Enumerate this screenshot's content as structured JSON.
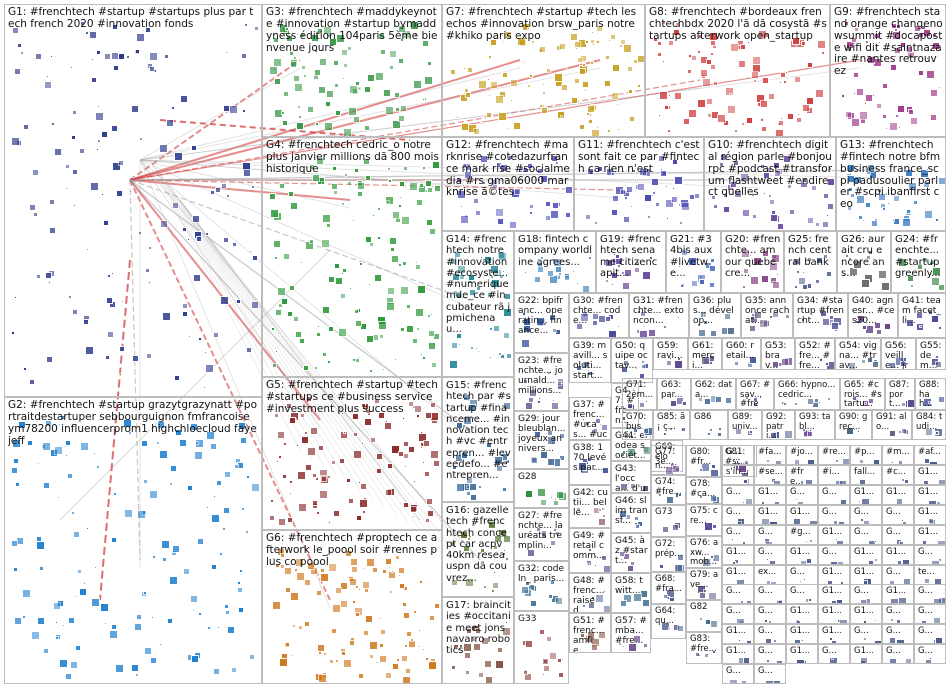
{
  "groups": [
    {
      "id": "G1",
      "label": "G1: #frenchtech #startup #startups plus par tech french 2020 #innovation fonds",
      "color": "#2b3a8c"
    },
    {
      "id": "G2",
      "label": "G2: #frenchtech #startup grazytgrazynatt #portraitdestartuper sebbourguignon fmfrancoise ym78200 influencerprom1 highchloecloud fayejeff",
      "color": "#1f7fcf"
    },
    {
      "id": "G3",
      "label": "G3: #frenchtech #maddykeynote #innovation #startup bymaddyness édition 104paris 5ème bienvenue jours",
      "color": "#3c9a4a"
    },
    {
      "id": "G4",
      "label": "G4: #frenchtech cedric_o notre plus janvier millions dã 800 mois historique",
      "color": "#2f9a3a"
    },
    {
      "id": "G5",
      "label": "G5: #frenchtech #startup #tech #startups ce #business service #investment plus success",
      "color": "#8b2a2a"
    },
    {
      "id": "G6",
      "label": "G6: #frenchtech #proptech ce afterwork le_poool soir #rennes plus co poool",
      "color": "#d07a20"
    },
    {
      "id": "G7",
      "label": "G7: #frenchtech #startup #tech lesechos #innovation brsw_paris notre #khiko paris expo",
      "color": "#c8a020"
    },
    {
      "id": "G8",
      "label": "G8: #frenchtech #bordeaux frenchtechbdx 2020 l'ã dã cosystã #startups afterwork open_startup",
      "color": "#d04040"
    },
    {
      "id": "G9",
      "label": "G9: #frenchtech stand orange changenowsummit #docaposte wifi dit #saintnazaire #nantes retrouvez",
      "color": "#a03c8c"
    },
    {
      "id": "G10",
      "label": "G10: #frenchtech digital région parle #bonjourpc #podcast #transforum flashtweet #endirect quelles",
      "color": "#6b4ca0"
    },
    {
      "id": "G11",
      "label": "G11: #frenchtech c'est sont fait ce par #fintech ça rien n'est",
      "color": "#4a4ab0"
    },
    {
      "id": "G12",
      "label": "G12: #frenchtech #marknrise #cotedazurfrance mark rise #socialmedia #rs gma06000 marknrise ã©tes",
      "color": "#5a5ac0"
    },
    {
      "id": "G13",
      "label": "G13: #frenchtech #fintech notre bfmbusiness france_scpi padusoulier parler #scpi ibanfirst ceo",
      "color": "#3a7ac0"
    },
    {
      "id": "G14",
      "label": "G14: #frenchtech notre #innovation #ecosyste... #numerique mde_ce #incubateur rã jpmichenau...",
      "color": "#2a8a9a"
    },
    {
      "id": "G15",
      "label": "G15: #frenchtech par #startup #financeme... #innovation tech #vc #entrepren... #leveedefo... #entrepren...",
      "color": "#3a6a9a"
    },
    {
      "id": "G16",
      "label": "G16: gazelletech #frenchtech concept car acpv 40km reseauspn dã couvrez...",
      "color": "#5a7a3a"
    },
    {
      "id": "G17",
      "label": "G17: braincities #occitanie meet jons navarro robotics",
      "color": "#7a4a3a"
    },
    {
      "id": "G18",
      "label": "G18: fintech company worldline agrees...",
      "color": "#4a8ac0"
    },
    {
      "id": "G19",
      "label": "G19: #frenchtech sename citizencapit...",
      "color": "#6a4aa0"
    },
    {
      "id": "G20",
      "label": "G20: #frenchte... amour quebecre...",
      "color": "#8a4a8a"
    },
    {
      "id": "G21",
      "label": "G21: #34bis aux #livetwe...",
      "color": "#4a6ac0"
    },
    {
      "id": "G22",
      "label": "G22: bpifranc... operatin... finance...",
      "color": "#3a5a9a"
    },
    {
      "id": "G23",
      "label": "G23: #frenchte... journald... millions...",
      "color": "#4a4a8a"
    },
    {
      "id": "G24",
      "label": "G24: #frenchte... #startup greenly...",
      "color": "#3a8a4a"
    },
    {
      "id": "G25",
      "label": "G25: french central bank",
      "color": "#4a5a8a"
    },
    {
      "id": "G26",
      "label": "G26: aurait cru encore ans...",
      "color": "#6a6a6a"
    },
    {
      "id": "G27",
      "label": "G27: #frenchte... lauréats tremplin...",
      "color": "#5a4a8a"
    },
    {
      "id": "G28",
      "label": "G28",
      "color": "#2a8a3a"
    },
    {
      "id": "G29",
      "label": "G29: jour bleublan... joyeux annivers...",
      "color": "#4a6a9a"
    },
    {
      "id": "G30",
      "label": "G30: #frenchte... code...",
      "color": "#4a4a9a"
    },
    {
      "id": "G31",
      "label": "G31: #frenchte... extoncon...",
      "color": "#6a4a9a"
    },
    {
      "id": "G32",
      "label": "G32: codeln_ paris...",
      "color": "#4a7a9a"
    },
    {
      "id": "G33",
      "label": "G33",
      "color": "#9a4a4a"
    },
    {
      "id": "G34",
      "label": "G34: #startup #frencht...",
      "color": "#5a5a9a"
    },
    {
      "id": "G35",
      "label": "G35: annonce rachat...",
      "color": "#6a5a8a"
    },
    {
      "id": "G36",
      "label": "G36: plus... dévelop...",
      "color": "#4a6a8a"
    },
    {
      "id": "G37",
      "label": "G37: #frenc... #ucas... #ucas...",
      "color": "#5a4a9a"
    },
    {
      "id": "G38",
      "label": "G38: 170 levés par...",
      "color": "#4a5a9a"
    },
    {
      "id": "G39",
      "label": "G39: mavill... soluti... start...",
      "color": "#4a6a9a"
    },
    {
      "id": "G40",
      "label": "G40: agnesr... #ces20...",
      "color": "#6a4a8a"
    },
    {
      "id": "G41",
      "label": "G41: team facet_li...",
      "color": "#4a4a9a"
    },
    {
      "id": "G42",
      "label": "G42: cutii... belle...",
      "color": "#8a4a6a"
    },
    {
      "id": "G43",
      "label": "G43: l'occa... d'un...",
      "color": "#5a5a8a"
    },
    {
      "id": "G44",
      "label": "G44: elodea sociét...",
      "color": "#4a8a6a"
    },
    {
      "id": "G45",
      "label": "G45: àz #start...",
      "color": "#6a4a8a"
    },
    {
      "id": "G46",
      "label": "G46: slim transf...",
      "color": "#4a6a9a"
    },
    {
      "id": "G47",
      "label": "G47: #fren... 2020...",
      "color": "#5a4a8a"
    },
    {
      "id": "G48",
      "label": "G48: #frenc... raised...",
      "color": "#4a5a8a"
    },
    {
      "id": "G49",
      "label": "G49: #retail comm...",
      "color": "#6a5a9a"
    },
    {
      "id": "G50",
      "label": "G50: quipe octav...",
      "color": "#4a5a9a"
    },
    {
      "id": "G51",
      "label": "G51: #frenc... amfre...",
      "color": "#8a5a4a"
    },
    {
      "id": "G52",
      "label": "G52: #fre... #fre...",
      "color": "#4a4a8a"
    },
    {
      "id": "G53",
      "label": "G53: brav...",
      "color": "#6a4a8a"
    },
    {
      "id": "G54",
      "label": "G54: vigna... #trav...",
      "color": "#4a6a8a"
    },
    {
      "id": "G55",
      "label": "G55: dem... tas...",
      "color": "#5a5a8a"
    },
    {
      "id": "G56",
      "label": "G56: veille... jr_leg...",
      "color": "#4a5a9a"
    },
    {
      "id": "G57",
      "label": "G57: #mba... #fre...",
      "color": "#6a4a8a"
    },
    {
      "id": "G58",
      "label": "G58: twitt...",
      "color": "#4a7a9a"
    },
    {
      "id": "G59",
      "label": "G59: ravi...",
      "color": "#5a4a8a"
    },
    {
      "id": "G60",
      "label": "G60: retail...",
      "color": "#4a5a9a"
    },
    {
      "id": "G61",
      "label": "G61: merci...",
      "color": "#6a5a8a"
    },
    {
      "id": "G62",
      "label": "G62: data...",
      "color": "#4a6a9a"
    },
    {
      "id": "G63",
      "label": "G63: par...",
      "color": "#5a4a8a"
    },
    {
      "id": "G64",
      "label": "G64: qu...",
      "color": "#4a5a8a"
    },
    {
      "id": "G65",
      "label": "G65: #crois... #startu...",
      "color": "#6a4a9a"
    },
    {
      "id": "G66",
      "label": "G66: hypno... cedric...",
      "color": "#4a6a8a"
    },
    {
      "id": "G67",
      "label": "G67: #sav... #fren...",
      "color": "#5a5a9a"
    },
    {
      "id": "G68",
      "label": "G68: #fra...",
      "color": "#4a5a8a"
    },
    {
      "id": "G69",
      "label": "G69: elon...",
      "color": "#6a4a8a"
    },
    {
      "id": "G70",
      "label": "G70: busi...",
      "color": "#4a6a9a"
    },
    {
      "id": "G71",
      "label": "G71: 2èm...",
      "color": "#5a4a8a"
    },
    {
      "id": "G72",
      "label": "G72: prép...",
      "color": "#4a5a9a"
    },
    {
      "id": "G73",
      "label": "G73",
      "color": "#6a5a8a"
    },
    {
      "id": "G74",
      "label": "G74: #fre...",
      "color": "#4a6a8a"
    },
    {
      "id": "G75",
      "label": "G75: cre...",
      "color": "#5a4a9a"
    },
    {
      "id": "G76",
      "label": "G76: axw... mob...",
      "color": "#4a5a8a"
    },
    {
      "id": "G77",
      "label": "G77: 3e...",
      "color": "#6a4a8a"
    },
    {
      "id": "G78",
      "label": "G78: #ca...",
      "color": "#4a6a9a"
    },
    {
      "id": "G79",
      "label": "G79: ave...",
      "color": "#5a5a8a"
    },
    {
      "id": "G80",
      "label": "G80: #fr...",
      "color": "#4a5a9a"
    },
    {
      "id": "G81",
      "label": "G81: #st...",
      "color": "#6a4a8a"
    },
    {
      "id": "G82",
      "label": "G82",
      "color": "#4a6a8a"
    },
    {
      "id": "G83",
      "label": "G83: #fre...",
      "color": "#5a4a8a"
    },
    {
      "id": "G84",
      "label": "G84: tudi...",
      "color": "#4a5a8a"
    },
    {
      "id": "G85",
      "label": "G85: ã¡ ç...",
      "color": "#6a5a9a"
    },
    {
      "id": "G86",
      "label": "G86",
      "color": "#4a6a9a"
    },
    {
      "id": "G87",
      "label": "G87: port...",
      "color": "#5a4a8a"
    },
    {
      "id": "G88",
      "label": "G88: hah...",
      "color": "#4a5a9a"
    },
    {
      "id": "G89",
      "label": "G89: univ...",
      "color": "#6a4a8a"
    },
    {
      "id": "G90",
      "label": "G90: grec...",
      "color": "#4a6a8a"
    },
    {
      "id": "G91",
      "label": "G91: alo...",
      "color": "#5a5a8a"
    },
    {
      "id": "G92",
      "label": "G92: patri...",
      "color": "#4a5a8a"
    },
    {
      "id": "G93",
      "label": "G93: tabl...",
      "color": "#6a4a9a"
    }
  ],
  "small_cells": [
    "G...",
    "#fa...",
    "#jo...",
    "#re...",
    "#p...",
    "#m...",
    "#af...",
    "s'in...",
    "#se...",
    "#fre...",
    "#i...",
    "fall...",
    "#c...",
    "G1...",
    "G...",
    "G1...",
    "G...",
    "G...",
    "G1...",
    "G1...",
    "G1...",
    "G...",
    "G1...",
    "G1...",
    "G...",
    "G...",
    "G...",
    "G1...",
    "G...",
    "G...",
    "#g...",
    "G1...",
    "G...",
    "G...",
    "G1...",
    "G1...",
    "G...",
    "G1...",
    "G...",
    "G1...",
    "G1...",
    "G...",
    "G1...",
    "ex...",
    "G...",
    "G1...",
    "G1...",
    "G...",
    "te...",
    "G...",
    "G...",
    "G...",
    "G1...",
    "G...",
    "G1...",
    "G...",
    "G...",
    "G...",
    "G1...",
    "G1...",
    "G1...",
    "G...",
    "G...",
    "G1...",
    "G...",
    "G1...",
    "G1...",
    "G...",
    "G...",
    "G...",
    "G1...",
    "G...",
    "G1...",
    "G...",
    "G1...",
    "G...",
    "G...",
    "G...",
    "G..."
  ],
  "colors": {
    "edge_red": "#d03030",
    "edge_gray": "#9a9a9a",
    "cell_border": "#bdbdbd"
  }
}
